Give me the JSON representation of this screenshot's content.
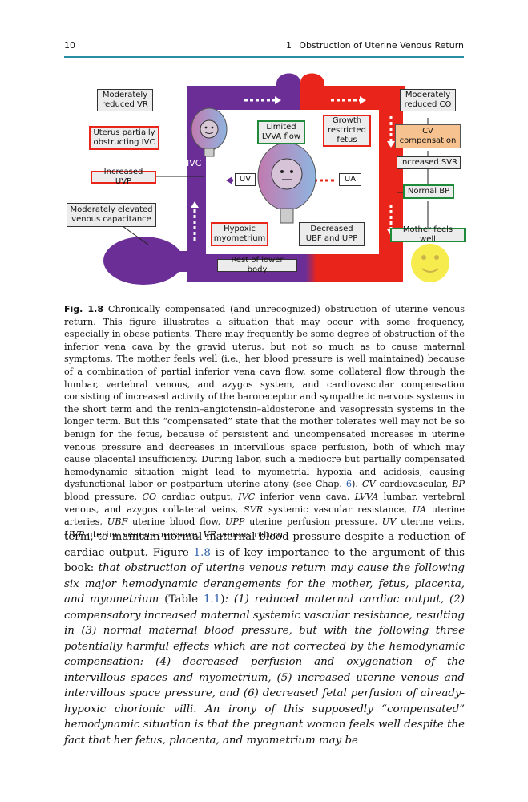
{
  "header": {
    "page_number": "10",
    "chapter_number": "1",
    "running_title": "Obstruction of Uterine Venous Return"
  },
  "figure": {
    "labels": {
      "moderately_reduced_vr": "Moderately reduced VR",
      "uterus_partially": "Uterus partially obstructing IVC",
      "increased_uvp": "Increased UVP",
      "moderately_elevated": "Moderately elevated venous capacitance",
      "ivc": "IVC",
      "uv": "UV",
      "ua": "UA",
      "limited_lvva": "Limited LVVA flow",
      "growth_restricted": "Growth restricted fetus",
      "hypoxic_myometrium": "Hypoxic myometrium",
      "decreased_ubf": "Decreased UBF and UPP",
      "rest_of_lower_body": "Rest of lower body",
      "moderately_reduced_co": "Moderately reduced CO",
      "cv_compensation": "CV compensation",
      "increased_svr": "Increased SVR",
      "normal_bp": "Normal BP",
      "mother_feels_well": "Mother feels well"
    },
    "colors": {
      "venous": "#6b2d96",
      "arterial": "#e8241b",
      "heart_purple": "#7a2fa0",
      "smiley": "#f7ec4e",
      "fetus_gradient_left": "#c27ab0",
      "fetus_gradient_right": "#8fb5e0"
    }
  },
  "caption": {
    "fig_label": "Fig. 1.8",
    "p1": "Chronically compensated (and unrecognized) obstruction of uterine venous return. This figure illustrates a situation that may occur with some frequency, especially in obese patients. There may frequently be some degree of obstruction of the inferior vena cava by the gravid uterus, but not so much as to cause maternal symptoms. The mother feels well (i.e., her blood pressure is well maintained) because of a combination of partial inferior vena cava flow, some collateral flow through the lumbar, vertebral venous, and azygos system, and cardiovascular compensation consisting of increased activity of the baroreceptor and sympathetic nervous systems in the short term and the renin–angiotensin–aldosterone and vasopressin systems in the longer term. But this “compensated” state that the mother tolerates well may not be so benign for the fetus, because of persistent and uncompensated increases in uterine venous pressure and decreases in intervillous space perfusion, both of which may cause placental insufficiency. During labor, such a mediocre but partially compensated hemodynamic situation might lead to myometrial hypoxia and acidosis, causing dysfunctional labor or postpartum uterine atony (see Chap. ",
    "chap_ref": "6",
    "p2": "). ",
    "abbr": [
      {
        "k": "CV",
        "v": " cardiovascular, "
      },
      {
        "k": "BP",
        "v": " blood pressure, "
      },
      {
        "k": "CO",
        "v": " cardiac output, "
      },
      {
        "k": "IVC",
        "v": " inferior vena cava, "
      },
      {
        "k": "LVVA",
        "v": " lumbar, vertebral venous, and azygos collateral veins, "
      },
      {
        "k": "SVR",
        "v": " systemic vascular resistance, "
      },
      {
        "k": "UA",
        "v": " uterine arteries, "
      },
      {
        "k": "UBF",
        "v": " uterine blood flow, "
      },
      {
        "k": "UPP",
        "v": " uterine perfusion pressure, "
      },
      {
        "k": "UV",
        "v": " uterine veins, "
      },
      {
        "k": "UVP",
        "v": " uterine venous pressure, "
      },
      {
        "k": "VR",
        "v": " venous return"
      }
    ]
  },
  "body": {
    "t1": "term, to maintain normal maternal blood pressure despite a reduction of cardiac output. Figure ",
    "fig_ref": "1.8",
    "t2": " is of key importance to the argument of this book: ",
    "i1": "that obstruction of uterine venous return may cause the following six major hemodynamic derangements for the mother, fetus, placenta, and myometrium",
    "t3": " (Table ",
    "table_ref": "1.1",
    "t4": ")",
    "i2": ": (1) reduced maternal cardiac output, (2) compensatory increased maternal systemic vascular resistance, resulting in (3) normal maternal blood pressure, but with the following three potentially harmful effects which are not corrected by the hemodynamic compensation: (4) decreased perfusion and oxygenation of the intervillous spaces and myometrium, (5) increased uterine venous and intervillous space pressure, and (6) decreased fetal perfusion of already-hypoxic chorionic villi. An irony of this supposedly “compensated” hemodynamic situation is that the pregnant woman feels well despite the fact that her fetus, placenta, and myometrium may be"
  }
}
